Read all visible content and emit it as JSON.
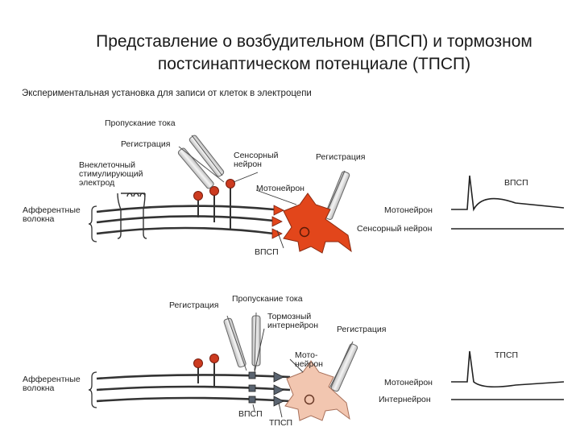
{
  "title": {
    "line1": "Представление о возбудительном (ВПСП) и тормозном",
    "line2": "постсинаптическом потенциале (ТПСП)"
  },
  "subheading": "Экспериментальная установка для записи от клеток в электроцепи",
  "colors": {
    "neuron_excitatory": "#e2461b",
    "neuron_inhibited": "#f2c6b0",
    "terminal": "#cc3b20",
    "interneuron": "#5a6470",
    "electrode": "#d8d8d8",
    "fiber": "#333333"
  },
  "top_panel": {
    "current_label": "Пропускание тока",
    "recording_label": "Регистрация",
    "stim_electrode_label": "Внеклеточный\nстимулирующий\nэлектрод",
    "sensory_neuron_label": "Сенсорный\nнейрон",
    "recording_label_right": "Регистрация",
    "motoneuron_label": "Мотонейрон",
    "afferent_label": "Афферентные\nволокна",
    "epsp_label": "ВПСП",
    "trace_label": "ВПСП",
    "trace_row1": "Мотонейрон",
    "trace_row2": "Сенсорный нейрон"
  },
  "bottom_panel": {
    "current_label": "Пропускание тока",
    "recording_label": "Регистрация",
    "inhib_interneuron_label": "Тормозный\nинтернейрон",
    "recording_label_right": "Регистрация",
    "motoneuron_label": "Мото-\nнейрон",
    "afferent_label": "Афферентные\nволокна",
    "epsp_label": "ВПСП",
    "ipsp_label": "ТПСП",
    "trace_label": "ТПСП",
    "trace_row1": "Мотонейрон",
    "trace_row2": "Интернейрон"
  }
}
